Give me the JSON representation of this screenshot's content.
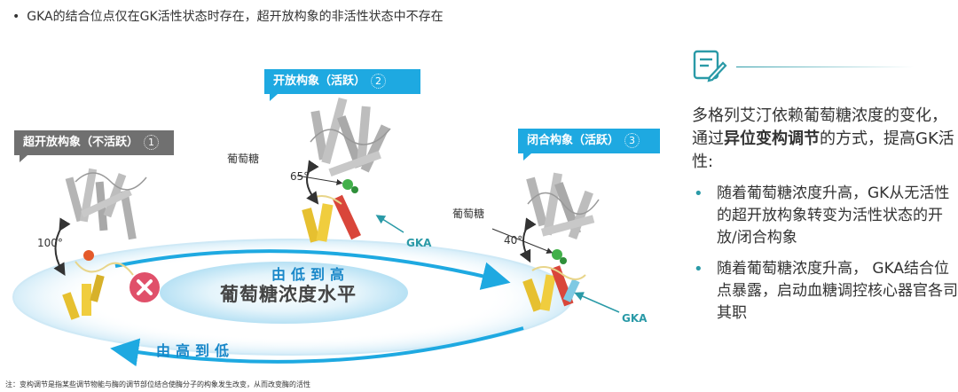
{
  "header": {
    "bullet": "•",
    "text": "GKA的结合位点仅在GK活性状态时存在，超开放构象的非活性状态中不存在"
  },
  "diagram": {
    "states": [
      {
        "label": "超开放构象（不活跃）",
        "number": "1",
        "color": "#707070"
      },
      {
        "label": "开放构象（活跃）",
        "number": "2",
        "color": "#1ea9e1"
      },
      {
        "label": "闭合构象（活跃）",
        "number": "3",
        "color": "#1ea9e1"
      }
    ],
    "angles": [
      "100°",
      "65°",
      "40°"
    ],
    "glucose_label": "葡萄糖",
    "gka_label": "GKA",
    "center_label": "葡萄糖浓度水平",
    "low_to_high": "由低到高",
    "high_to_low": "由高到低",
    "colors": {
      "accent": "#1ea9e1",
      "teal": "#2a9aa7",
      "inactive": "#707070",
      "cross": "#e0506a"
    }
  },
  "sidebar": {
    "icon": "edit-note-icon",
    "title_pre": "多格列艾汀依赖葡萄糖浓度的变化，通过",
    "title_bold": "异位变构调节",
    "title_post": "的方式，提高GK活性:",
    "points": [
      "随着葡萄糖浓度升高，GK从无活性的超开放构象转变为活性状态的开放/闭合构象",
      "随着葡萄糖浓度升高， GKA结合位点暴露，启动血糖调控核心器官各司其职"
    ]
  },
  "footnote": "注：变构调节是指某些调节物能与酶的调节部位结合使酶分子的构象发生改变，从而改变酶的活性"
}
